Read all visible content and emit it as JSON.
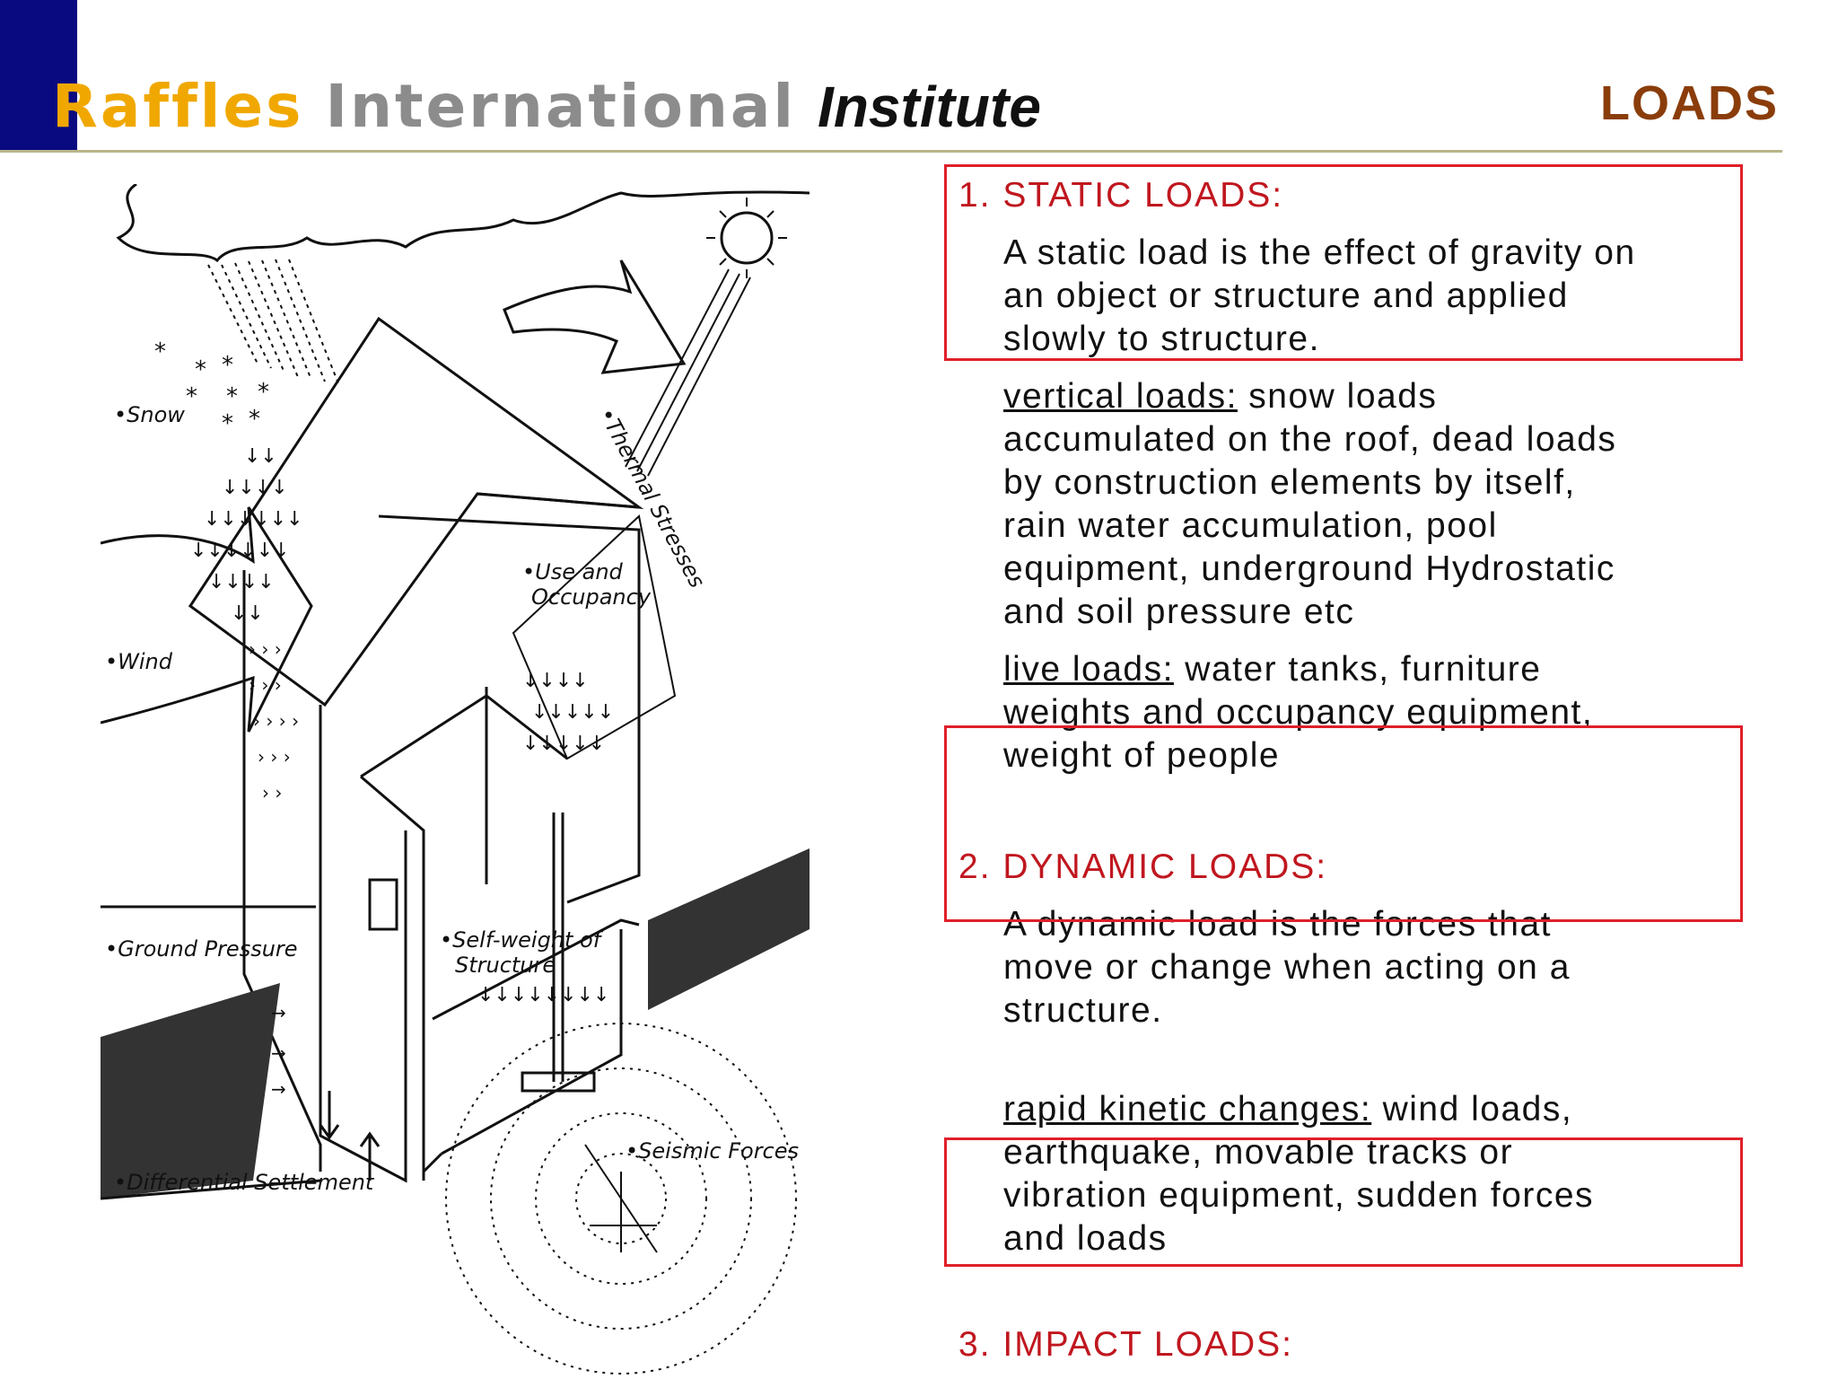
{
  "header": {
    "brand_r": "R",
    "brand_affles": "affles",
    "brand_international": "International",
    "brand_institute": "Institute",
    "page_title": "LOADS"
  },
  "illustration": {
    "labels": {
      "snow": "•Snow",
      "wind": "•Wind",
      "ground_pressure": "•Ground Pressure",
      "differential_settlement": "•Differential Settlement",
      "thermal_stresses": "•Thermal Stresses",
      "use_occupancy_1": "•Use and",
      "use_occupancy_2": "Occupancy",
      "self_weight_1": "•Self-weight of",
      "self_weight_2": "Structure",
      "seismic_forces": "•Seismic Forces"
    }
  },
  "sections": {
    "static": {
      "heading": "1. STATIC LOADS:",
      "lines": [
        "A static load is the effect of gravity on",
        "an object or structure and applied",
        "slowly to structure."
      ],
      "vertical_term": "vertical loads:",
      "vertical_lines": [
        " snow loads",
        "accumulated on the roof, dead loads",
        "by construction elements by itself,",
        "rain water accumulation, pool",
        "equipment, underground Hydrostatic",
        "and soil pressure etc"
      ],
      "live_term": "live loads:",
      "live_lines": [
        " water tanks, furniture",
        "weights and occupancy equipment,",
        "weight of people"
      ]
    },
    "dynamic": {
      "heading": "2. DYNAMIC LOADS:",
      "lines": [
        "A dynamic load is the forces that",
        "move or change when acting on a",
        "structure."
      ],
      "rapid_term": "rapid kinetic changes:",
      "rapid_lines": [
        " wind loads,",
        "earthquake, movable tracks or",
        "vibration equipment, sudden forces",
        "and loads"
      ]
    },
    "impact": {
      "heading": "3. IMPACT LOADS:"
    }
  }
}
